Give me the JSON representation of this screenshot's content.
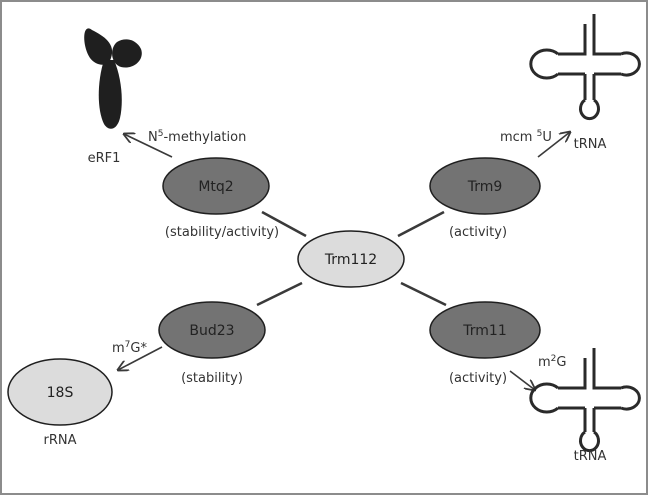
{
  "nodes": {
    "center": {
      "label": "Trm112",
      "fill": "#dcdcdc"
    },
    "mtq2": {
      "label": "Mtq2",
      "fill": "#737373",
      "role": "(stability/activity)"
    },
    "trm9": {
      "label": "Trm9",
      "fill": "#737373",
      "role": "(activity)"
    },
    "bud23": {
      "label": "Bud23",
      "fill": "#737373",
      "role": "(stability)"
    },
    "trm11": {
      "label": "Trm11",
      "fill": "#737373",
      "role": "(activity)"
    }
  },
  "targets": {
    "erf1": {
      "label": "eRF1",
      "modification_base": "N",
      "modification_sup": "5",
      "modification_rest": "-methylation"
    },
    "trna_top": {
      "label": "tRNA",
      "modification_base": "mcm ",
      "modification_sup": "5",
      "modification_rest": "U"
    },
    "rrna": {
      "label": "rRNA",
      "inner_label": "18S",
      "fill": "#dcdcdc",
      "modification_base": "m",
      "modification_sup": "7",
      "modification_rest": "G*"
    },
    "trna_bottom": {
      "label": "tRNA",
      "modification_base": "m",
      "modification_sup": "2",
      "modification_rest": "G"
    }
  },
  "colors": {
    "border": "#8c8c8c",
    "line": "#3a3a3a",
    "protein": "#1f1f1f"
  }
}
